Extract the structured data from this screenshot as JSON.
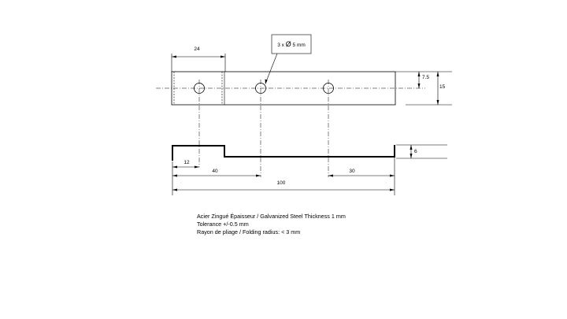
{
  "dimensions": {
    "top_hole_spacing": "24",
    "height_half": "7.5",
    "height_total": "15",
    "flange_height": "6",
    "left_offset": "12",
    "hole_pos_1": "40",
    "hole_pos_right": "30",
    "overall_length": "100"
  },
  "callout": {
    "prefix": "3 x",
    "diameter_symbol": "Ø",
    "value": "5 mm"
  },
  "notes": {
    "material": "Acier Zingué Épaisseur / Galvanized Steel Thickness 1 mm",
    "tolerance": "Tolerance +/-0.5 mm",
    "folding": "Rayon de pliage / Folding radius: < 3 mm"
  },
  "colors": {
    "line": "#000000",
    "background": "#ffffff"
  }
}
